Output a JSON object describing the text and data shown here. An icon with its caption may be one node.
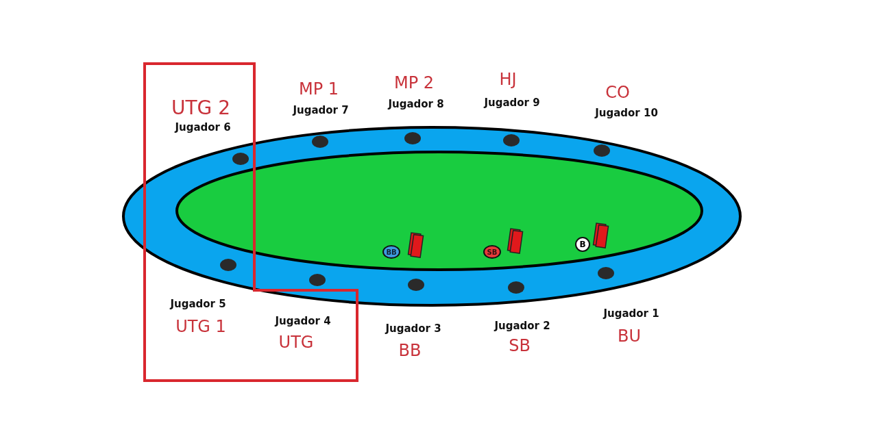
{
  "diagram": {
    "nodes": [
      {
        "text": [
          "BB"
        ]
      },
      {
        "text": [
          "SB"
        ]
      },
      {
        "text": [
          "B"
        ]
      }
    ],
    "labels": [
      "UTG 2",
      "Jugador 6",
      "MP 1",
      "Jugador 7",
      "MP 2",
      "Jugador 8",
      "HJ",
      "Jugador 9",
      "CO",
      "Jugador 10",
      "Jugador 5",
      "UTG 1",
      "Jugador 4",
      "UTG",
      "Jugador 3",
      "BB",
      "Jugador 2",
      "SB",
      "Jugador 1",
      "BU"
    ]
  }
}
